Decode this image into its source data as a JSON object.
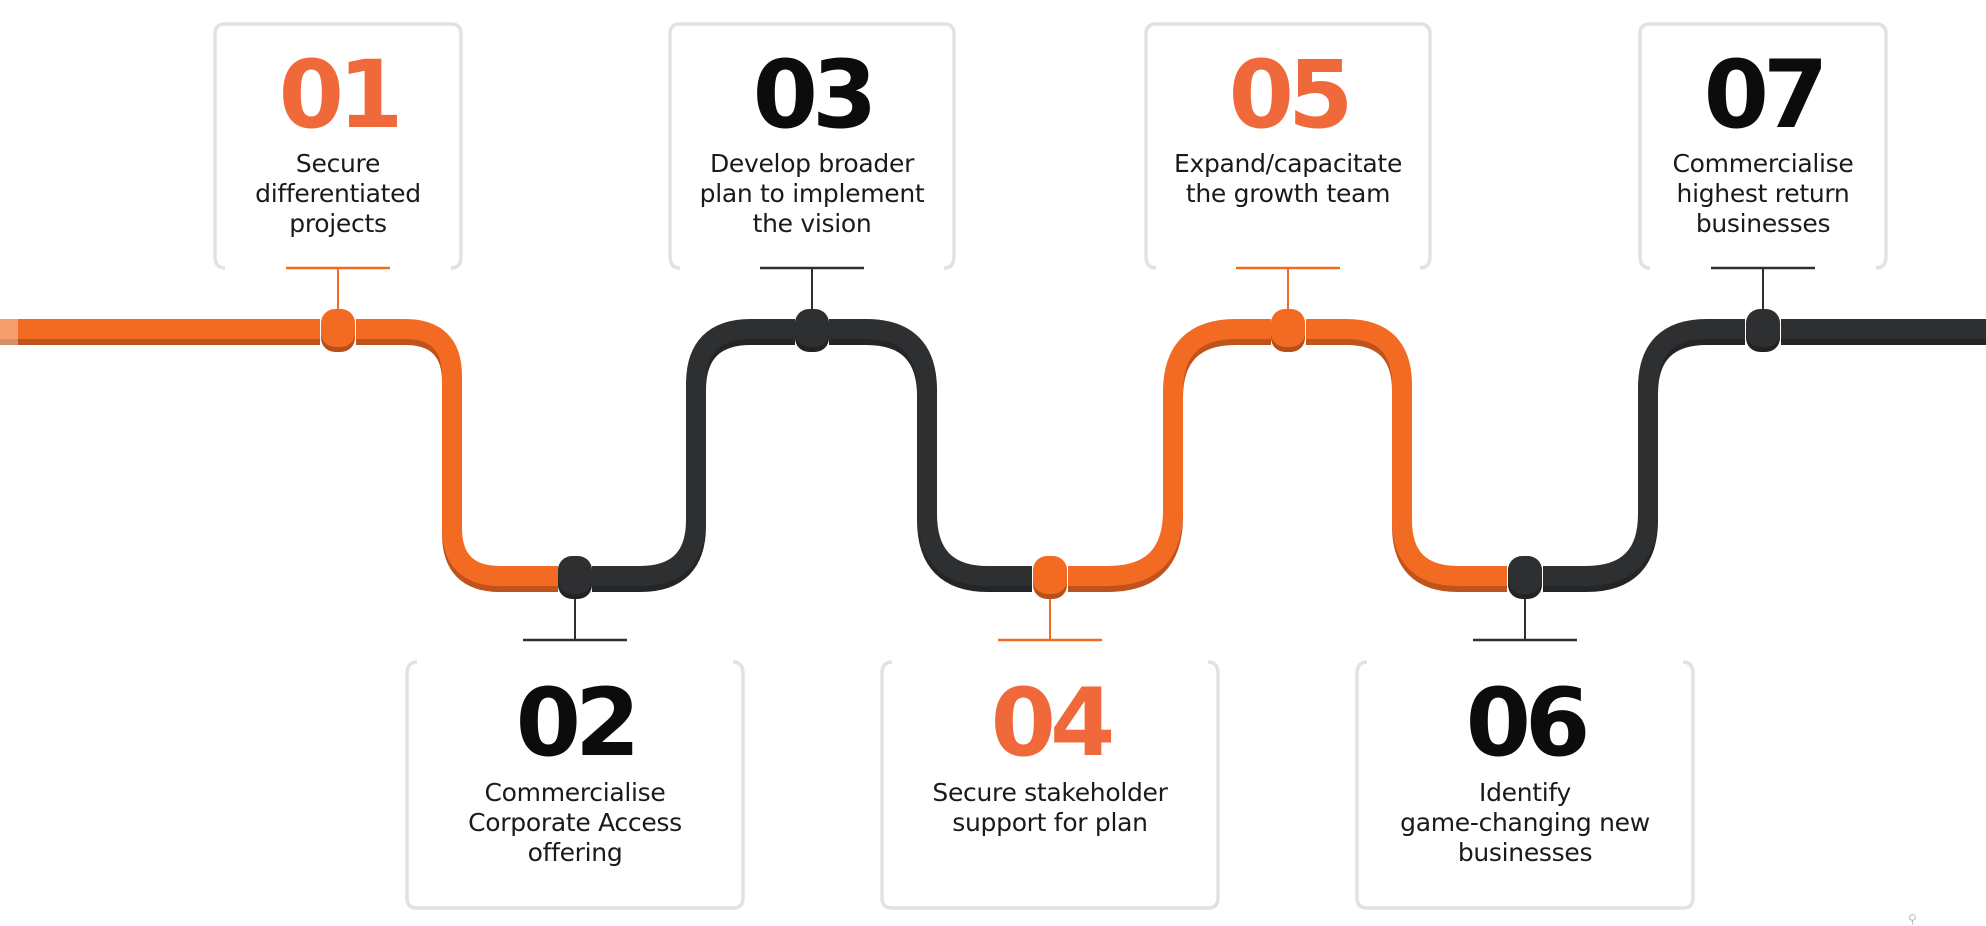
{
  "colors": {
    "orange": "#f36a22",
    "orange_text": "#f0693a",
    "dark": "#2e2f31",
    "dark_text": "#0c0c0c",
    "card_border": "#e2e2e2"
  },
  "steps": [
    {
      "number": "01",
      "text": [
        "Secure",
        "differentiated",
        "projects"
      ],
      "color": "orange"
    },
    {
      "number": "02",
      "text": [
        "Commercialise",
        "Corporate Access",
        "offering"
      ],
      "color": "dark"
    },
    {
      "number": "03",
      "text": [
        "Develop broader",
        "plan to implement",
        "the vision"
      ],
      "color": "dark"
    },
    {
      "number": "04",
      "text": [
        "Secure stakeholder",
        "support for plan"
      ],
      "color": "orange"
    },
    {
      "number": "05",
      "text": [
        "Expand/capacitate",
        "the growth team"
      ],
      "color": "orange"
    },
    {
      "number": "06",
      "text": [
        "Identify",
        "game-changing new",
        "businesses"
      ],
      "color": "dark"
    },
    {
      "number": "07",
      "text": [
        "Commercialise",
        "highest return",
        "businesses"
      ],
      "color": "dark"
    }
  ]
}
